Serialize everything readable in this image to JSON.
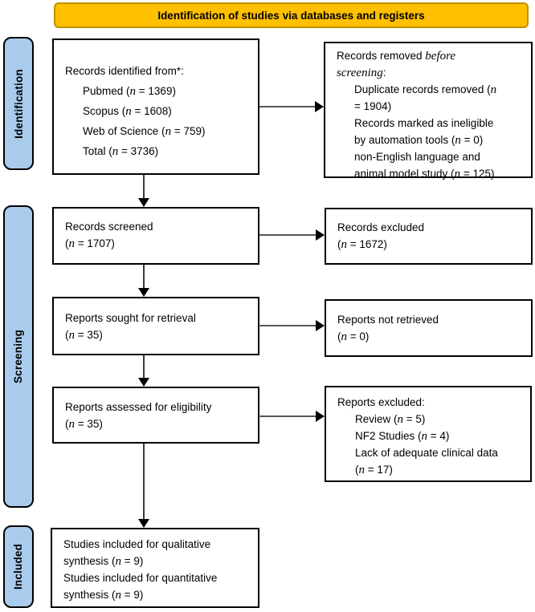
{
  "banner": {
    "label": "Identification of studies via databases and registers"
  },
  "sidebar": {
    "identification": {
      "label": "Identification"
    },
    "screening": {
      "label": "Screening"
    },
    "included": {
      "label": "Included"
    }
  },
  "boxes": {
    "records_identified": {
      "lines": [
        {
          "ind": 0,
          "segs": [
            {
              "t": "Records identified from*:"
            }
          ]
        },
        {
          "ind": 1,
          "segs": [
            {
              "t": "Pubmed ("
            },
            {
              "t": "n",
              "i": 1
            },
            {
              "t": " = 1369)"
            }
          ]
        },
        {
          "ind": 1,
          "segs": [
            {
              "t": "Scopus ("
            },
            {
              "t": "n",
              "i": 1
            },
            {
              "t": " = 1608)"
            }
          ]
        },
        {
          "ind": 1,
          "segs": [
            {
              "t": "Web of Science ("
            },
            {
              "t": "n",
              "i": 1
            },
            {
              "t": " = 759)"
            }
          ]
        },
        {
          "ind": 1,
          "segs": [
            {
              "t": "Total ("
            },
            {
              "t": "n",
              "i": 1
            },
            {
              "t": " = 3736)"
            }
          ]
        }
      ]
    },
    "records_removed": {
      "lines": [
        {
          "ind": 0,
          "segs": [
            {
              "t": "Records removed "
            },
            {
              "t": "before",
              "i": 1
            }
          ]
        },
        {
          "ind": 0,
          "segs": [
            {
              "t": "screening",
              "i": 1
            },
            {
              "t": ":"
            }
          ]
        },
        {
          "ind": 1,
          "segs": [
            {
              "t": "Duplicate records removed ("
            },
            {
              "t": "n",
              "i": 1
            }
          ]
        },
        {
          "ind": 1,
          "segs": [
            {
              "t": "= 1904)"
            }
          ]
        },
        {
          "ind": 1,
          "segs": [
            {
              "t": "Records marked as ineligible"
            }
          ]
        },
        {
          "ind": 1,
          "segs": [
            {
              "t": "by automation tools ("
            },
            {
              "t": "n",
              "i": 1
            },
            {
              "t": " = 0)"
            }
          ]
        },
        {
          "ind": 1,
          "segs": [
            {
              "t": "non-English language and"
            }
          ]
        },
        {
          "ind": 1,
          "segs": [
            {
              "t": "animal model study ("
            },
            {
              "t": "n",
              "i": 1
            },
            {
              "t": " = 125)"
            }
          ]
        }
      ]
    },
    "records_screened": {
      "lines": [
        {
          "ind": 0,
          "segs": [
            {
              "t": "Records screened"
            }
          ]
        },
        {
          "ind": 0,
          "segs": [
            {
              "t": "("
            },
            {
              "t": "n",
              "i": 1
            },
            {
              "t": " = 1707)"
            }
          ]
        }
      ]
    },
    "records_excluded": {
      "lines": [
        {
          "ind": 0,
          "segs": [
            {
              "t": "Records excluded"
            }
          ]
        },
        {
          "ind": 0,
          "segs": [
            {
              "t": "("
            },
            {
              "t": "n",
              "i": 1
            },
            {
              "t": " = 1672)"
            }
          ]
        }
      ]
    },
    "reports_sought": {
      "lines": [
        {
          "ind": 0,
          "segs": [
            {
              "t": "Reports sought for retrieval"
            }
          ]
        },
        {
          "ind": 0,
          "segs": [
            {
              "t": "("
            },
            {
              "t": "n",
              "i": 1
            },
            {
              "t": " = 35)"
            }
          ]
        }
      ]
    },
    "reports_not_retrieved": {
      "lines": [
        {
          "ind": 0,
          "segs": [
            {
              "t": "Reports not retrieved"
            }
          ]
        },
        {
          "ind": 0,
          "segs": [
            {
              "t": "("
            },
            {
              "t": "n",
              "i": 1
            },
            {
              "t": " = 0)"
            }
          ]
        }
      ]
    },
    "reports_assessed": {
      "lines": [
        {
          "ind": 0,
          "segs": [
            {
              "t": "Reports assessed for eligibility"
            }
          ]
        },
        {
          "ind": 0,
          "segs": [
            {
              "t": "("
            },
            {
              "t": "n",
              "i": 1
            },
            {
              "t": " = 35)"
            }
          ]
        }
      ]
    },
    "reports_excluded": {
      "lines": [
        {
          "ind": 0,
          "segs": [
            {
              "t": "Reports excluded:"
            }
          ]
        },
        {
          "ind": 1,
          "segs": [
            {
              "t": "Review ("
            },
            {
              "t": "n",
              "i": 1
            },
            {
              "t": " = 5)"
            }
          ]
        },
        {
          "ind": 1,
          "segs": [
            {
              "t": "NF2 Studies ("
            },
            {
              "t": "n",
              "i": 1
            },
            {
              "t": " = 4)"
            }
          ]
        },
        {
          "ind": 1,
          "segs": [
            {
              "t": "Lack of adequate clinical data"
            }
          ]
        },
        {
          "ind": 1,
          "segs": [
            {
              "t": "("
            },
            {
              "t": "n",
              "i": 1
            },
            {
              "t": " = 17)"
            }
          ]
        }
      ]
    },
    "studies_included": {
      "lines": [
        {
          "ind": 0,
          "segs": [
            {
              "t": "Studies included for qualitative"
            }
          ]
        },
        {
          "ind": 0,
          "segs": [
            {
              "t": "synthesis ("
            },
            {
              "t": "n",
              "i": 1
            },
            {
              "t": " = 9)"
            }
          ]
        },
        {
          "ind": 0,
          "segs": [
            {
              "t": "Studies included for quantitative"
            }
          ]
        },
        {
          "ind": 0,
          "segs": [
            {
              "t": "synthesis ("
            },
            {
              "t": "n",
              "i": 1
            },
            {
              "t": " = 9)"
            }
          ]
        }
      ]
    }
  },
  "colors": {
    "banner_fill": "#FFC000",
    "banner_border": "#BF9000",
    "stage_fill": "#A9CBEC",
    "box_border": "#000000",
    "arrow_line": "#3A3A3A",
    "arrow_head": "#000000"
  }
}
